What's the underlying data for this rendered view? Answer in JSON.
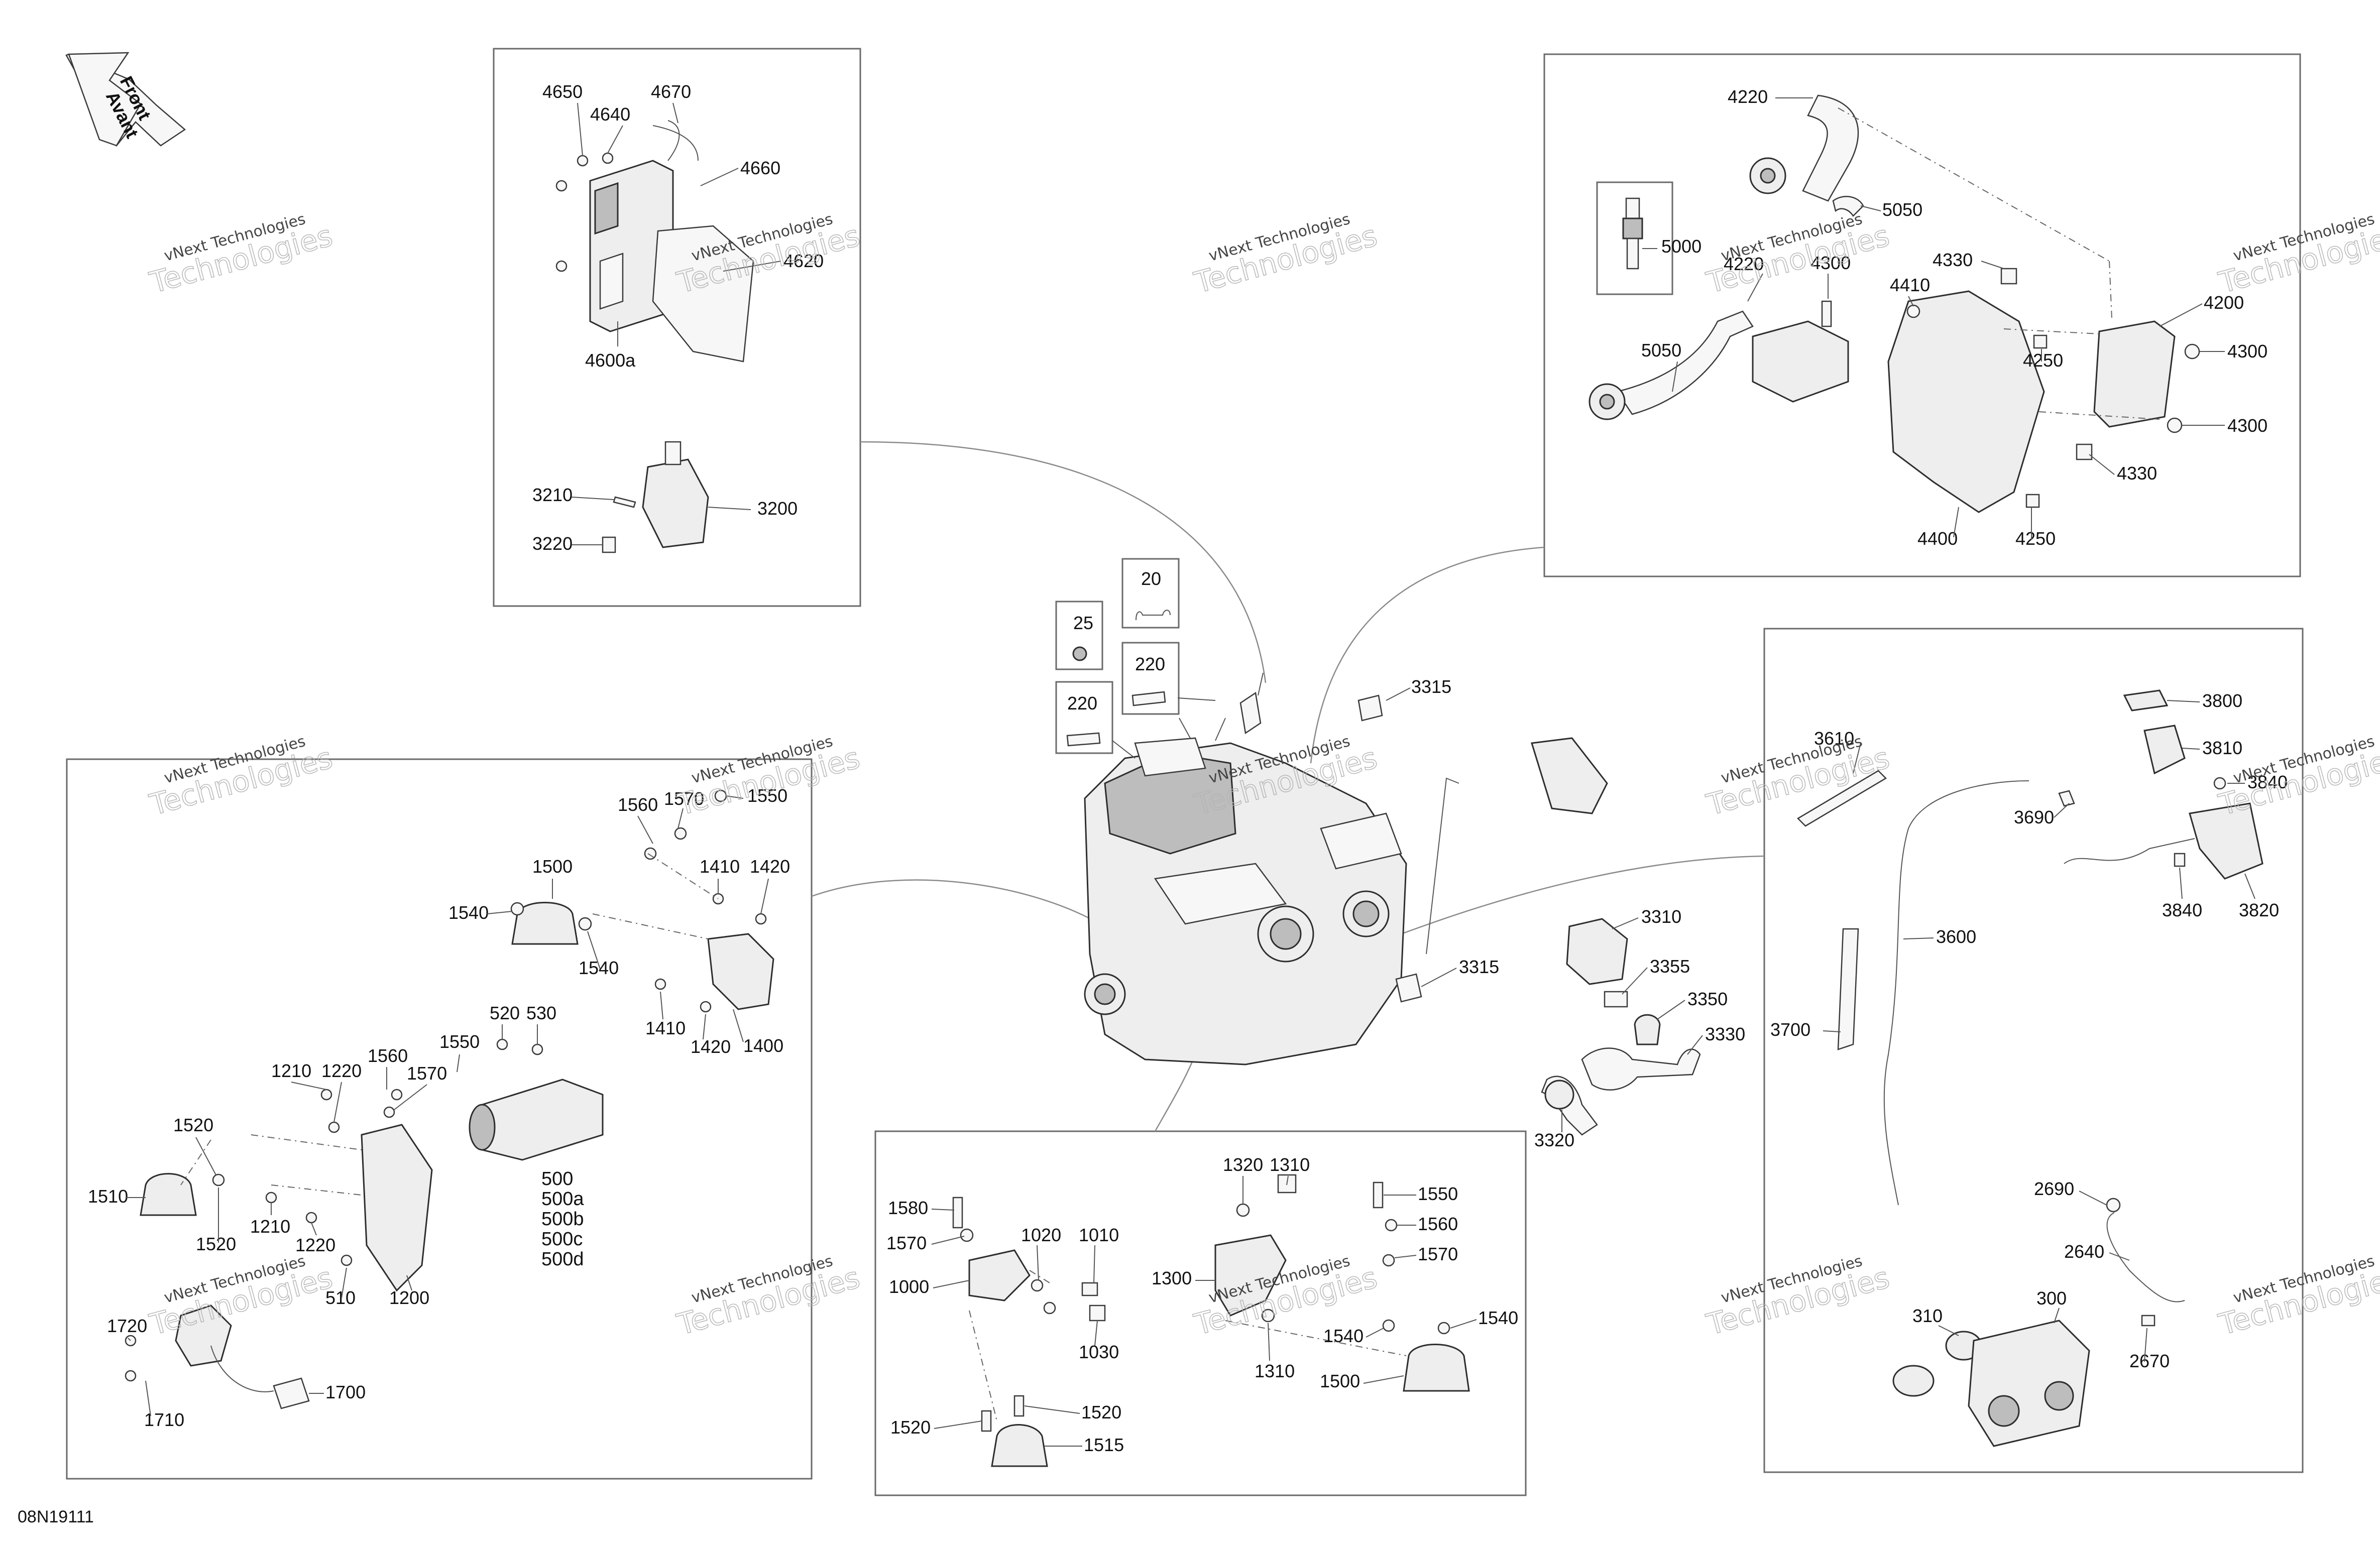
{
  "figure_code": "08N19111",
  "orientation": {
    "line1": "Front",
    "line2": "Avant"
  },
  "watermark": {
    "line1": "vNext Technologies",
    "line2": "Technologies"
  },
  "callouts": {
    "ecm_group": [
      "4650",
      "4640",
      "4670",
      "4660",
      "4620",
      "4600a",
      "3210",
      "3200",
      "3220"
    ],
    "ignition_group": [
      "4220",
      "5050",
      "5000",
      "4220",
      "4300",
      "4330",
      "4410",
      "4200",
      "4300",
      "5050",
      "4250",
      "4300",
      "4330",
      "4400",
      "4250"
    ],
    "engine_group": [
      "20",
      "25",
      "220",
      "220",
      "3315",
      "3315"
    ],
    "mount_group": [
      "1560",
      "1570",
      "1550",
      "1500",
      "1540",
      "1410",
      "1420",
      "1540",
      "1410",
      "1420",
      "1400",
      "520",
      "530",
      "1560",
      "1550",
      "1210",
      "1220",
      "1570",
      "1520",
      "1510",
      "1520",
      "1210",
      "1220",
      "510",
      "1200",
      "500",
      "500a",
      "500b",
      "500c",
      "500d",
      "1720",
      "1710",
      "1700"
    ],
    "intake_group": [
      "3310",
      "3355",
      "3350",
      "3330",
      "3320"
    ],
    "throttle_group": [
      "3610",
      "3800",
      "3810",
      "3840",
      "3690",
      "3600",
      "3840",
      "3820",
      "3700",
      "2690",
      "2640",
      "310",
      "300",
      "2670"
    ],
    "lower_mount_group": [
      "1580",
      "1570",
      "1020",
      "1010",
      "1000",
      "1030",
      "1520",
      "1520",
      "1515",
      "1320",
      "1310",
      "1550",
      "1560",
      "1300",
      "1570",
      "1540",
      "1540",
      "1500",
      "1310"
    ]
  }
}
